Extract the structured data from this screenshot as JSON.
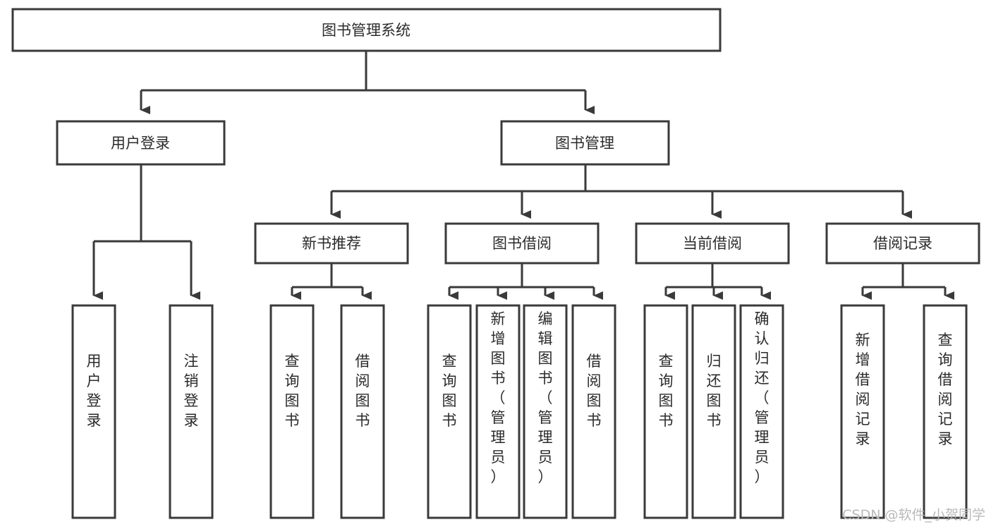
{
  "diagram": {
    "title": "图书管理系统",
    "type": "tree-hierarchy",
    "root": {
      "id": "root",
      "label": "图书管理系统"
    },
    "level2": [
      {
        "id": "user-login",
        "label": "用户登录"
      },
      {
        "id": "book-manage",
        "label": "图书管理"
      }
    ],
    "level3": [
      {
        "id": "new-book-rec",
        "label": "新书推荐",
        "parent": "book-manage"
      },
      {
        "id": "book-borrow",
        "label": "图书借阅",
        "parent": "book-manage"
      },
      {
        "id": "current-borrow",
        "label": "当前借阅",
        "parent": "book-manage"
      },
      {
        "id": "borrow-record",
        "label": "借阅记录",
        "parent": "book-manage"
      }
    ],
    "leaves": [
      {
        "id": "leaf-user-login",
        "label": "用户登录",
        "parent": "user-login"
      },
      {
        "id": "leaf-logout",
        "label": "注销登录",
        "parent": "user-login"
      },
      {
        "id": "leaf-query-book-1",
        "label": "查询图书",
        "parent": "new-book-rec"
      },
      {
        "id": "leaf-borrow-book-1",
        "label": "借阅图书",
        "parent": "new-book-rec"
      },
      {
        "id": "leaf-query-book-2",
        "label": "查询图书",
        "parent": "book-borrow"
      },
      {
        "id": "leaf-add-book",
        "label": "新增图书（管理员）",
        "parent": "book-borrow"
      },
      {
        "id": "leaf-edit-book",
        "label": "编辑图书（管理员）",
        "parent": "book-borrow"
      },
      {
        "id": "leaf-borrow-book-2",
        "label": "借阅图书",
        "parent": "book-borrow"
      },
      {
        "id": "leaf-query-book-3",
        "label": "查询图书",
        "parent": "current-borrow"
      },
      {
        "id": "leaf-return-book",
        "label": "归还图书",
        "parent": "current-borrow"
      },
      {
        "id": "leaf-confirm-return",
        "label": "确认归还（管理员）",
        "parent": "current-borrow"
      },
      {
        "id": "leaf-add-record",
        "label": "新增借阅记录",
        "parent": "borrow-record"
      },
      {
        "id": "leaf-query-record",
        "label": "查询借阅记录",
        "parent": "borrow-record"
      }
    ],
    "colors": {
      "stroke": "#3a3a3a",
      "box_fill": "#ffffff",
      "text": "#2b2b2b",
      "background": "#ffffff",
      "watermark": "#b9b9b9"
    }
  },
  "watermark": {
    "text": "CSDN @软件_小贺同学"
  }
}
